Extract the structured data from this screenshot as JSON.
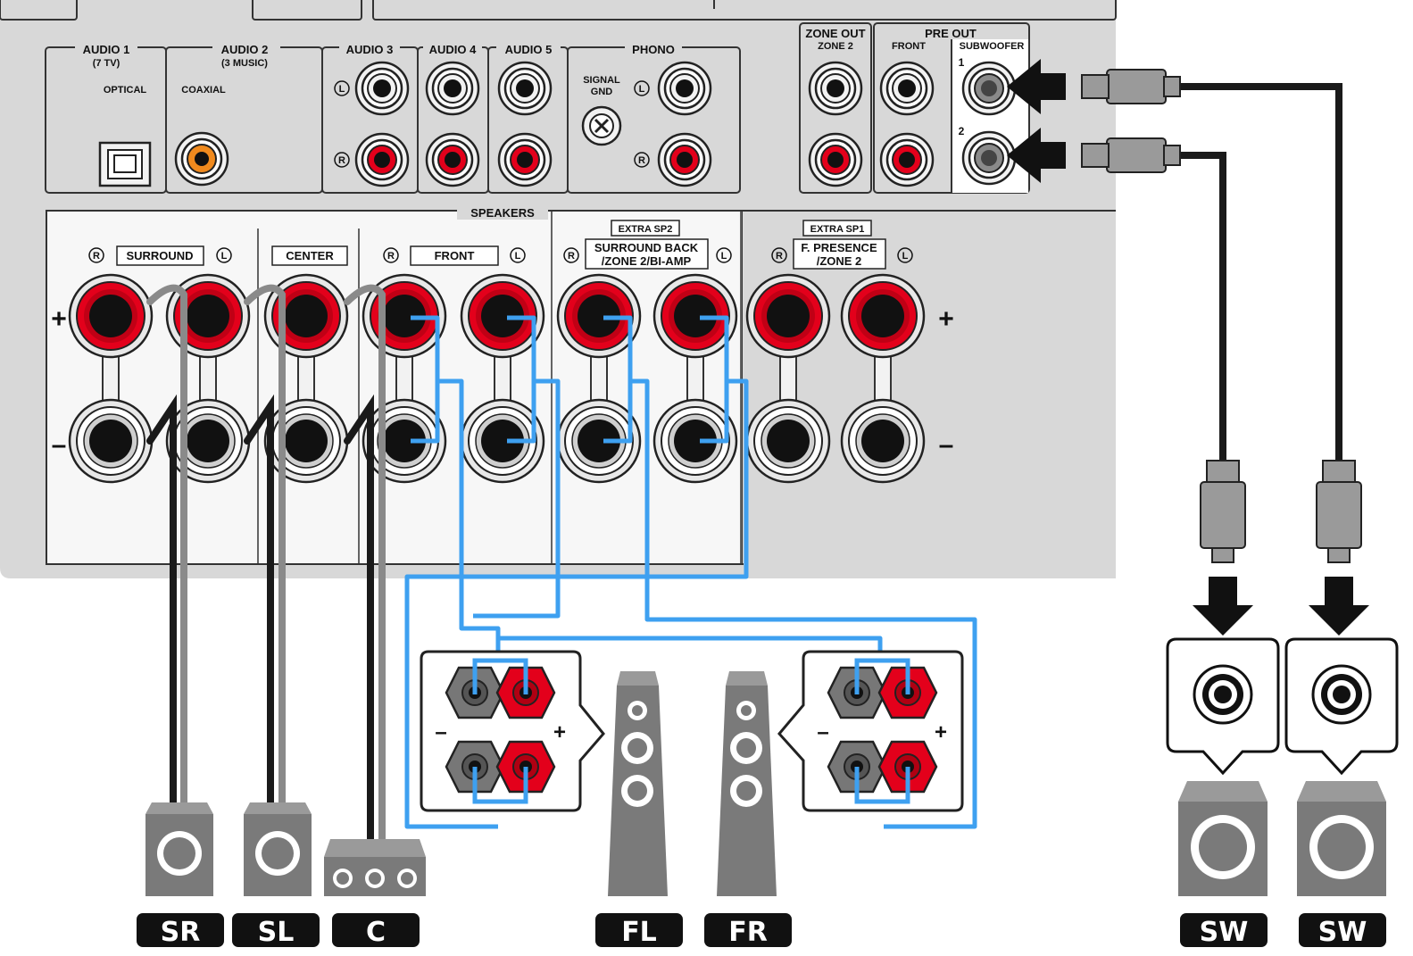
{
  "inputs": {
    "audio1": {
      "title": "AUDIO 1",
      "sub": "(7 TV)",
      "type": "OPTICAL"
    },
    "audio2": {
      "title": "AUDIO 2",
      "sub": "(3 MUSIC)",
      "type": "COAXIAL"
    },
    "audio3": {
      "title": "AUDIO 3"
    },
    "audio4": {
      "title": "AUDIO 4"
    },
    "audio5": {
      "title": "AUDIO 5"
    },
    "phono": {
      "title": "PHONO",
      "gnd": [
        "SIGNAL",
        "GND"
      ]
    }
  },
  "channel_marks": {
    "left": "L",
    "right": "R"
  },
  "zone_out": {
    "title": "ZONE OUT",
    "sub": "ZONE 2"
  },
  "pre_out": {
    "title": "PRE OUT",
    "front": "FRONT",
    "subwoofer": "SUBWOOFER",
    "n1": "1",
    "n2": "2"
  },
  "speakers": {
    "title": "SPEAKERS",
    "surround": "SURROUND",
    "center": "CENTER",
    "front": "FRONT",
    "extra_sp2": "EXTRA SP2",
    "surround_back": [
      "SURROUND BACK",
      "/ZONE 2/BI-AMP"
    ],
    "extra_sp1": "EXTRA SP1",
    "presence": [
      "F. PRESENCE",
      "/ZONE 2"
    ],
    "plus": "+",
    "minus": "–"
  },
  "speaker_tags": [
    "SR",
    "SL",
    "C",
    "FL",
    "FR",
    "SW",
    "SW"
  ],
  "colors": {
    "panel": "#d8d8d8",
    "red": "#e3001b",
    "blue": "#3ea0f0",
    "cable_black": "#1a1a1a",
    "cable_grey": "#8a8a8a",
    "speaker_grey": "#7a7a7a",
    "coaxial_orange": "#f08a1e"
  }
}
